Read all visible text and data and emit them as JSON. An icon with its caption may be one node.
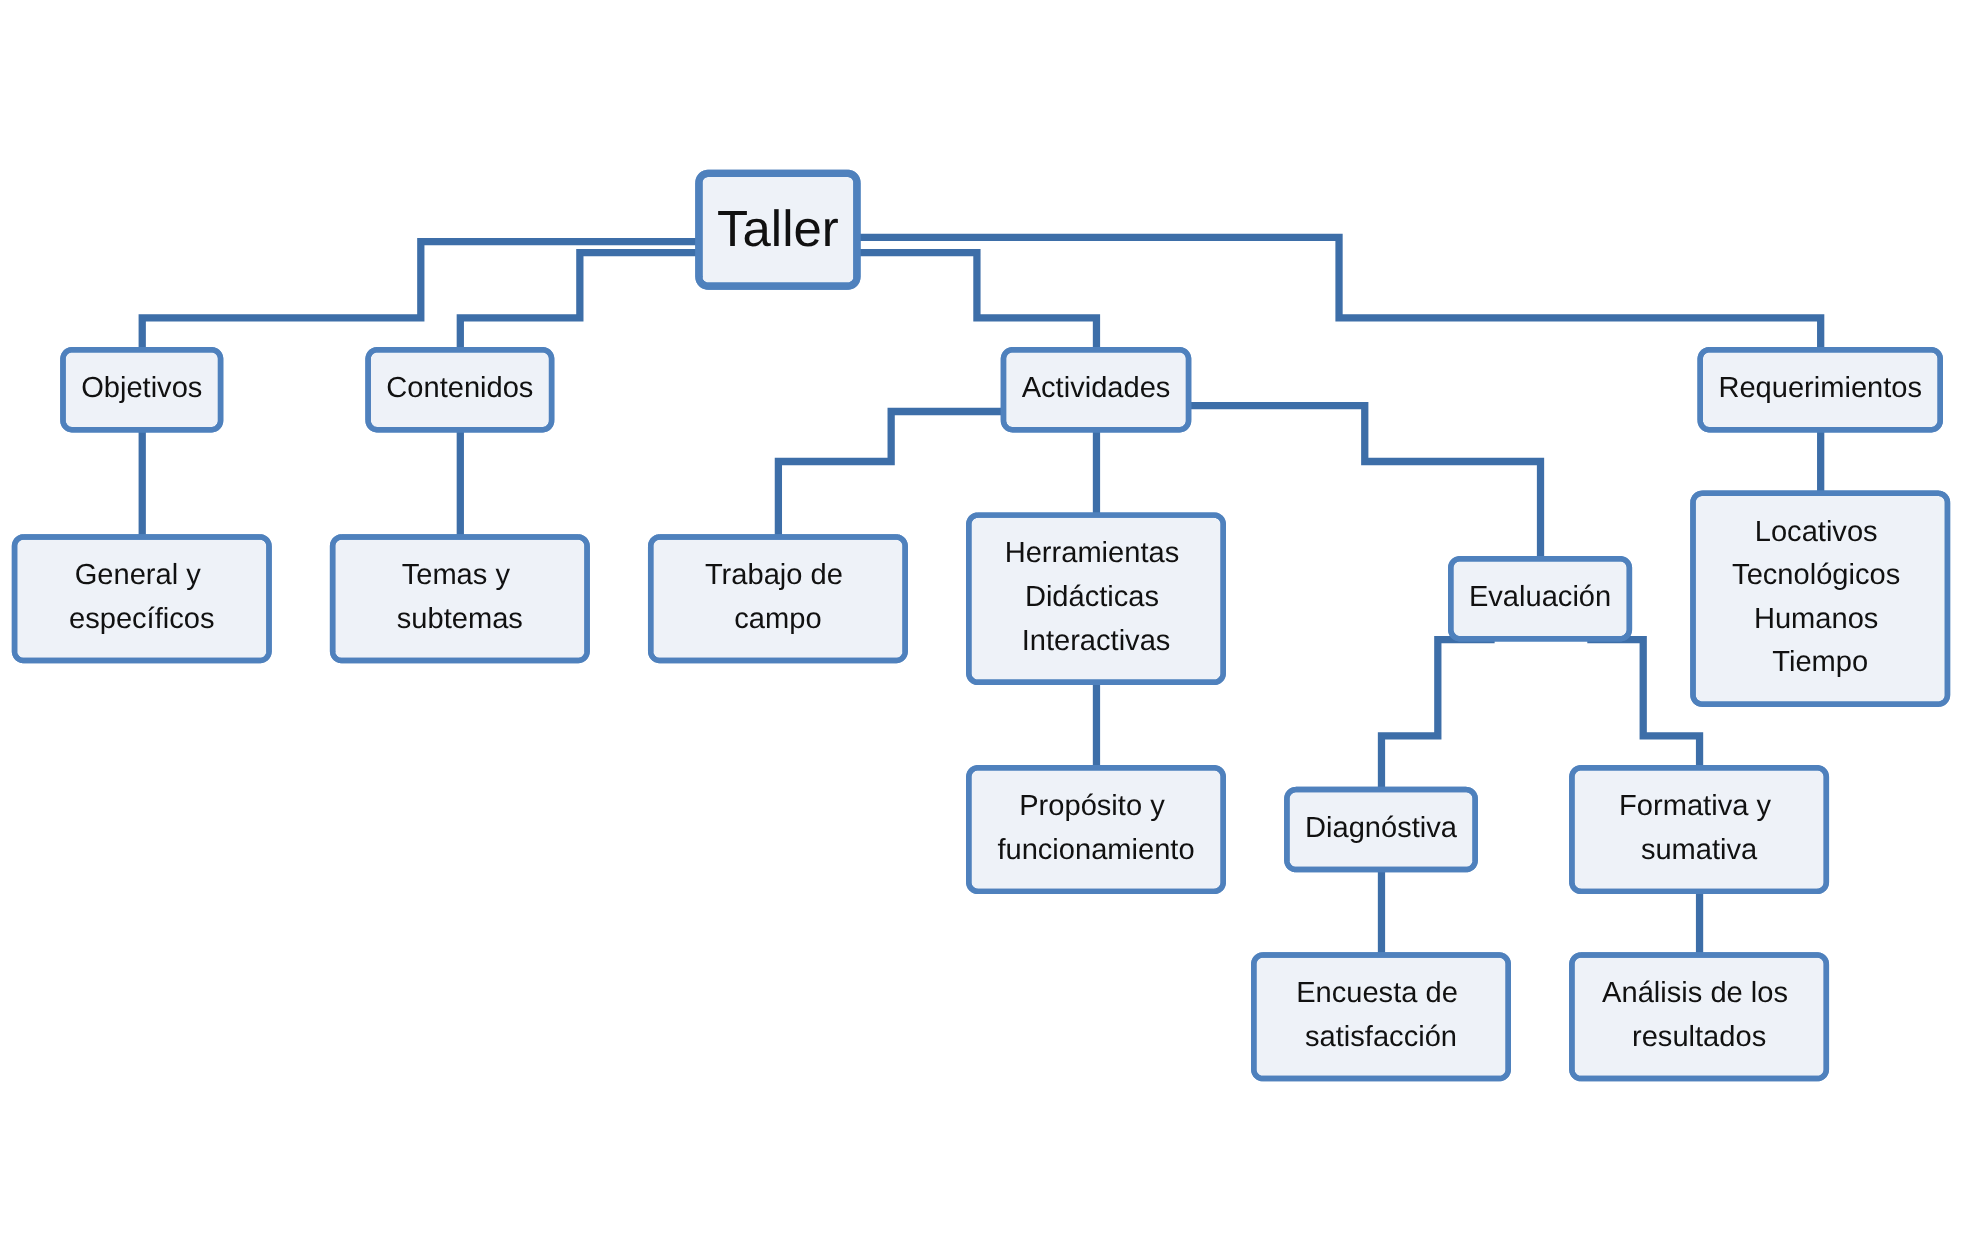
{
  "diagram": {
    "nodes": [
      {
        "text": [
          "Taller"
        ]
      },
      {
        "text": [
          "Objetivos"
        ]
      },
      {
        "text": [
          "Contenidos"
        ]
      },
      {
        "text": [
          "Actividades"
        ]
      },
      {
        "text": [
          "Requerimientos"
        ]
      },
      {
        "text": [
          "General y específicos"
        ]
      },
      {
        "text": [
          "Temas y subtemas"
        ]
      },
      {
        "text": [
          "Trabajo de campo"
        ]
      },
      {
        "text": [
          "Herramientas Didácticas Interactivas"
        ]
      },
      {
        "text": [
          "Evaluación"
        ]
      },
      {
        "text": [
          "Locativos Tecnológicos Humanos Tiempo"
        ]
      },
      {
        "text": [
          "Propósito y funcionamiento"
        ]
      },
      {
        "text": [
          "Diagnóstiva"
        ]
      },
      {
        "text": [
          "Formativa y sumativa"
        ]
      },
      {
        "text": [
          "Encuesta de satisfacción"
        ]
      },
      {
        "text": [
          "Análisis de los resultados"
        ]
      }
    ],
    "edges": [
      {
        "from": 0,
        "to": 1,
        "arrow": "none"
      },
      {
        "from": 0,
        "to": 2,
        "arrow": "none"
      },
      {
        "from": 0,
        "to": 3,
        "arrow": "none"
      },
      {
        "from": 0,
        "to": 4,
        "arrow": "none"
      },
      {
        "from": 1,
        "to": 5,
        "arrow": "none"
      },
      {
        "from": 2,
        "to": 6,
        "arrow": "none"
      },
      {
        "from": 3,
        "to": 7,
        "arrow": "none"
      },
      {
        "from": 3,
        "to": 8,
        "arrow": "none"
      },
      {
        "from": 3,
        "to": 9,
        "arrow": "none"
      },
      {
        "from": 4,
        "to": 10,
        "arrow": "none"
      },
      {
        "from": 8,
        "to": 11,
        "arrow": "none"
      },
      {
        "from": 9,
        "to": 12,
        "arrow": "none"
      },
      {
        "from": 9,
        "to": 13,
        "arrow": "none"
      },
      {
        "from": 12,
        "to": 14,
        "arrow": "none"
      },
      {
        "from": 13,
        "to": 15,
        "arrow": "none"
      }
    ]
  }
}
